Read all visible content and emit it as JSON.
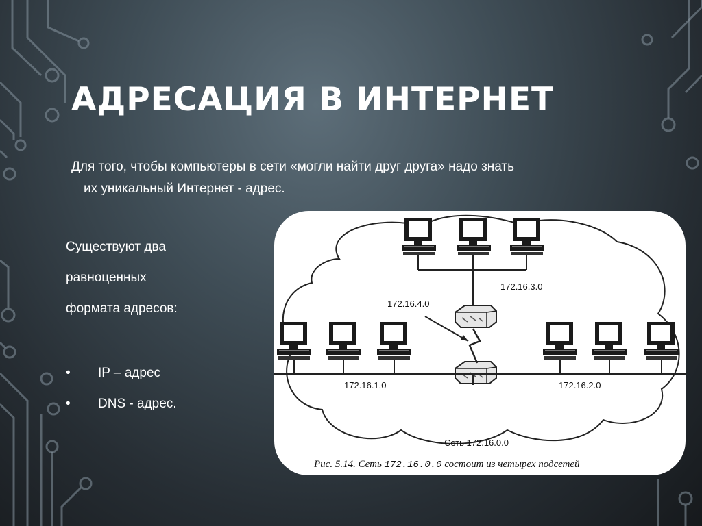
{
  "slide": {
    "title": "АДРЕСАЦИЯ В ИНТЕРНЕТ",
    "intro_line1": "Для того, чтобы компьютеры в сети «могли найти друг друга» надо знать",
    "intro_line2": "их уникальный Интернет - адрес.",
    "formats_line1": "Существуют два",
    "formats_line2": "равноценных",
    "formats_line3": "формата адресов:",
    "bullet_symbol": "•",
    "bullets": [
      "IP – адрес",
      "DNS - адрес."
    ]
  },
  "figure": {
    "subnet_top": "172.16.3.0",
    "subnet_left_router": "172.16.4.0",
    "subnet_bottom_left": "172.16.1.0",
    "subnet_bottom_right": "172.16.2.0",
    "network_label": "Сеть 172.16.0.0",
    "caption_prefix": "Рис. 5.14. Сеть ",
    "caption_address": "172.16.0.0",
    "caption_suffix": " состоит из четырех подсетей"
  },
  "colors": {
    "text": "#ffffff",
    "background": "#3f4d56",
    "circuit_lines": "#8796a0",
    "figure_background": "#ffffff"
  },
  "icons": [
    "computer-icon",
    "router-icon",
    "lightning-link-icon",
    "cloud-outline"
  ]
}
